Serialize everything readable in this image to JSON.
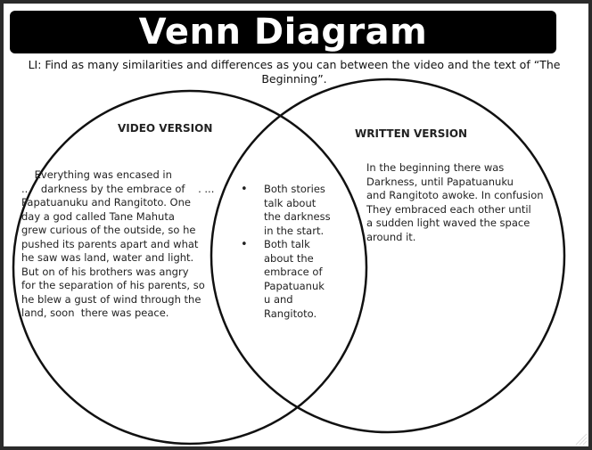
{
  "title": "Venn Diagram",
  "learning_intention": "LI: Find as many similarities and differences as you can between the video and the text of “The Beginning”.",
  "left_circle": {
    "label": "VIDEO VERSION",
    "lines": [
      "    Everything was encased in",
      "..    darkness by the embrace of    . ...",
      "Papatuanuku and Rangitoto. One",
      "day a god called Tane Mahuta",
      "grew curious of the outside, so he",
      "pushed its parents apart and what",
      "he saw was land, water and light.",
      "But on of his brothers was angry",
      "for the separation of his parents, so",
      "he blew a gust of wind through the",
      "land, soon  there was peace."
    ]
  },
  "right_circle": {
    "label": "WRITTEN VERSION",
    "lines": [
      "In the beginning there was",
      "Darkness, until Papatuanuku",
      "and Rangitoto awoke. In confusion",
      "They embraced each other until",
      "a sudden light waved the space",
      "around it."
    ]
  },
  "overlap": {
    "bullets": [
      "Both stories\ntalk about\nthe darkness\nin the start.",
      "Both talk\nabout the\nembrace of\nPapatuanuk\nu and\nRangitoto."
    ]
  }
}
